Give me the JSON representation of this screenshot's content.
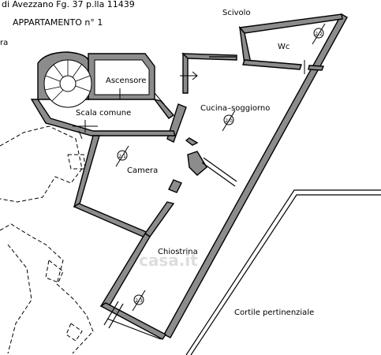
{
  "header": {
    "cadastral_ref": "di Avezzano Fg. 37 p.lla 11439",
    "unit": "APPARTAMENTO n° 1",
    "edge_fragment": "ra"
  },
  "labels": {
    "scivolo": "Scivolo",
    "wc": "Wc",
    "ascensore": "Ascensore",
    "scala_comune": "Scala comune",
    "cucina": "Cucina–soggiorno",
    "camera": "Camera",
    "chiostrina": "Chiostrina",
    "cortile": "Cortile pertinenziale"
  },
  "height_tags": {
    "wc": "2,2",
    "cucina": "2,0",
    "camera": "2,1",
    "chiostrina": "2,3"
  },
  "watermark": "casa.it"
}
